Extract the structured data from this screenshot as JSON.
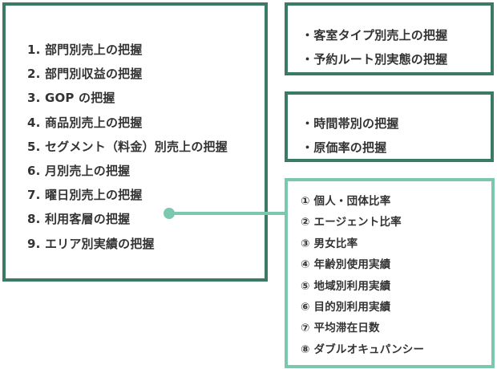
{
  "main_box": {
    "items": [
      "1. 部門別売上の把握",
      "2. 部門別収益の把握",
      "3. GOP の把握",
      "4. 商品別売上の把握",
      "5. セグメント（料金）別売上の把握",
      "6. 月別売上の把握",
      "7. 曜日別売上の把握",
      "8. 利用客層の把握",
      "9. エリア別実績の把握"
    ]
  },
  "right_box_1": {
    "items": [
      "・客室タイプ別売上の把握",
      "・予約ルート別実態の把握"
    ]
  },
  "right_box_2": {
    "items": [
      "・時間帯別の把握",
      "・原価率の把握"
    ]
  },
  "right_box_3": {
    "items": [
      "① 個人・団体比率",
      "② エージェント比率",
      "③ 男女比率",
      "④ 年齢別使用実績",
      "⑤ 地域別利用実績",
      "⑥ 目的別利用実績",
      "⑦ 平均滞在日数",
      "⑧ ダブルオキュパンシー"
    ]
  },
  "colors": {
    "dark_border": "#3b7a63",
    "light_border": "#7cc7b0",
    "connector": "#7cc7b0",
    "text": "#333333"
  }
}
